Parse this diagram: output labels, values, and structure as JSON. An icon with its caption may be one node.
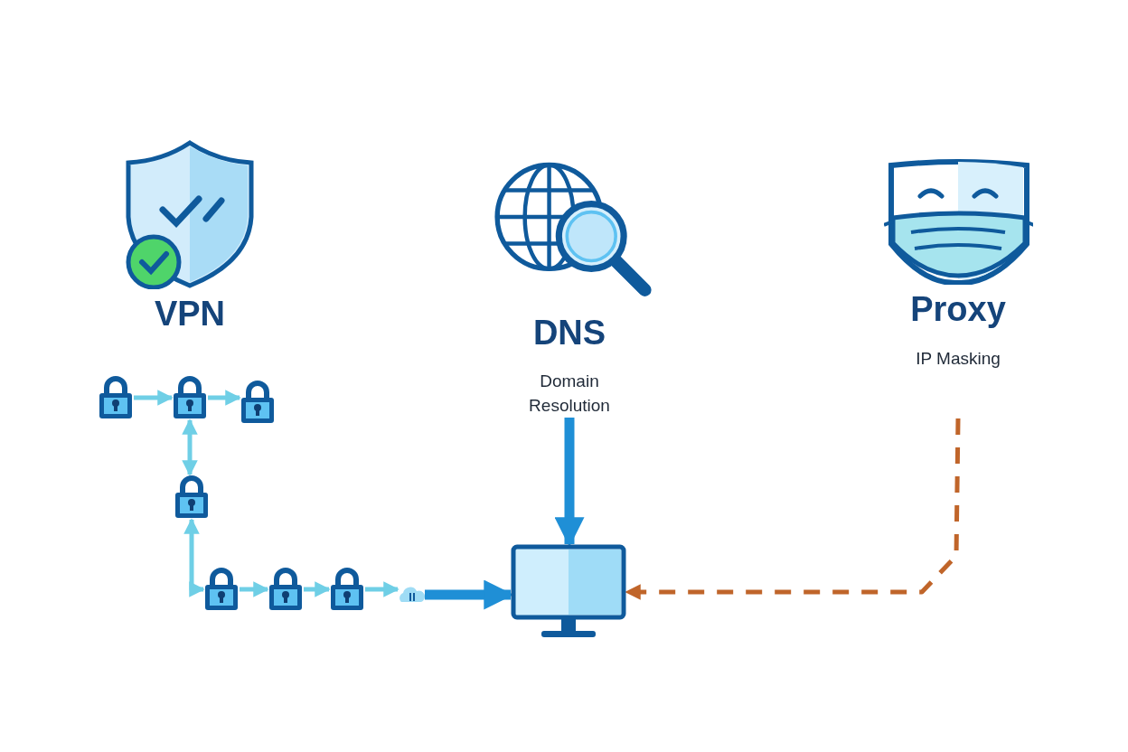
{
  "diagram": {
    "nodes": [
      {
        "text": [
          "VPN"
        ]
      },
      {
        "text": [
          "DNS",
          "Domain Resolution"
        ]
      },
      {
        "text": [
          "Proxy",
          "IP Masking"
        ]
      },
      {
        "text": [],
        "shape": "lock"
      },
      {
        "text": [],
        "shape": "lock"
      },
      {
        "text": [],
        "shape": "lock"
      },
      {
        "text": [],
        "shape": "lock"
      },
      {
        "text": [],
        "shape": "lock"
      },
      {
        "text": [],
        "shape": "lock"
      },
      {
        "text": [],
        "shape": "lock"
      },
      {
        "text": [],
        "shape": "cloud"
      },
      {
        "text": [],
        "shape": "monitor"
      }
    ],
    "edges": [
      {
        "from": 3,
        "to": 4,
        "arrow": "to"
      },
      {
        "from": 4,
        "to": 5,
        "arrow": "to"
      },
      {
        "from": 4,
        "to": 6,
        "arrow": "both"
      },
      {
        "from": 6,
        "to": 7,
        "arrow": "both"
      },
      {
        "from": 7,
        "to": 8,
        "arrow": "to"
      },
      {
        "from": 8,
        "to": 9,
        "arrow": "to"
      },
      {
        "from": 9,
        "to": 10,
        "arrow": "to"
      },
      {
        "from": 10,
        "to": 11,
        "arrow": "to",
        "style": "thick",
        "color": "#1f8fd6"
      },
      {
        "from": 1,
        "to": 11,
        "arrow": "to",
        "style": "thick",
        "color": "#1f8fd6"
      },
      {
        "from": 2,
        "to": 11,
        "arrow": "to",
        "style": "dashed",
        "color": "#c0652a"
      }
    ]
  }
}
